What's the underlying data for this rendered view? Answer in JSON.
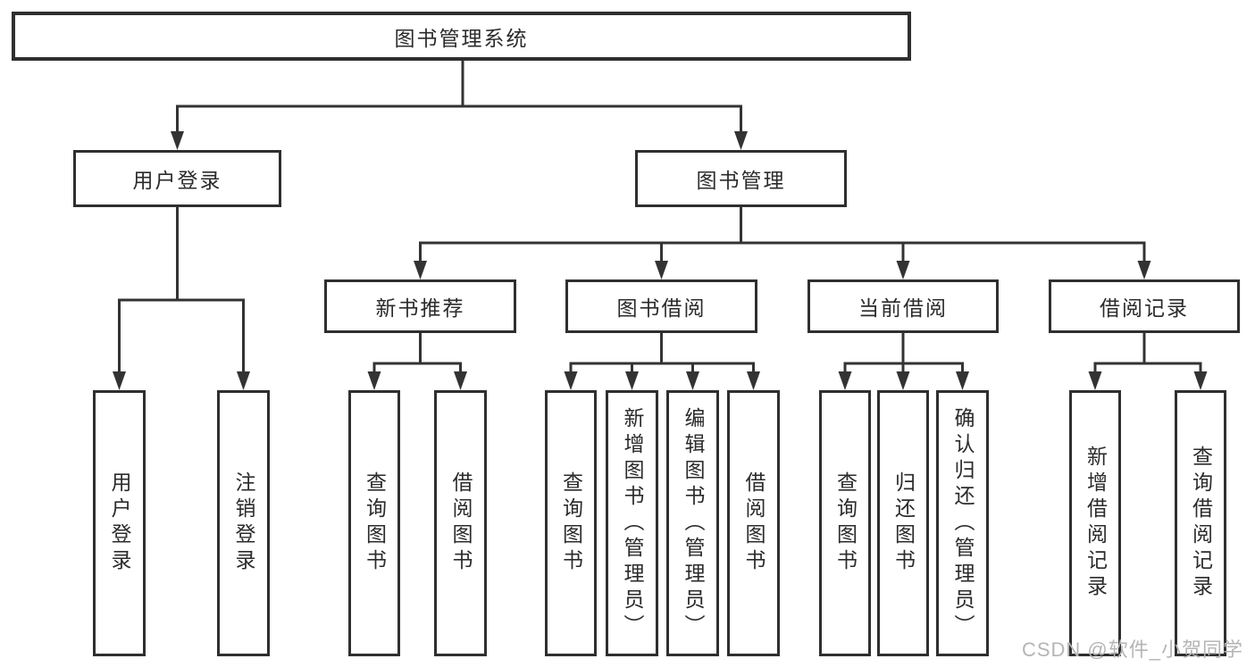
{
  "tree": {
    "root": {
      "label": "图书管理系统"
    },
    "children": [
      {
        "label": "用户登录",
        "children": [
          {
            "label": "用户登录"
          },
          {
            "label": "注销登录"
          }
        ]
      },
      {
        "label": "图书管理",
        "children": [
          {
            "label": "新书推荐",
            "children": [
              {
                "label": "查询图书"
              },
              {
                "label": "借阅图书"
              }
            ]
          },
          {
            "label": "图书借阅",
            "children": [
              {
                "label": "查询图书"
              },
              {
                "label": "新增图书（管理员）"
              },
              {
                "label": "编辑图书（管理员）"
              },
              {
                "label": "借阅图书"
              }
            ]
          },
          {
            "label": "当前借阅",
            "children": [
              {
                "label": "查询图书"
              },
              {
                "label": "归还图书"
              },
              {
                "label": "确认归还（管理员）"
              }
            ]
          },
          {
            "label": "借阅记录",
            "children": [
              {
                "label": "新增借阅记录"
              },
              {
                "label": "查询借阅记录"
              }
            ]
          }
        ]
      }
    ]
  },
  "watermark": {
    "text": "CSDN @软件_小贺同学"
  },
  "colors": {
    "line": "#333333",
    "box_border": "#2f2f2f",
    "text": "#2b2b2b",
    "background": "#ffffff",
    "watermark": "#b5b5b5"
  }
}
